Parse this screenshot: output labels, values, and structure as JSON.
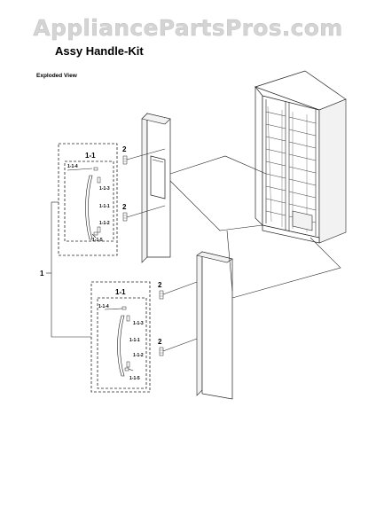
{
  "watermark": "AppliancePartsPros.com",
  "title": "Assy Handle-Kit",
  "subtitle": "Exploded View",
  "labels": {
    "assembly": "1",
    "handle_set": "1-1",
    "screw": "2",
    "cap_top": "1-1-4",
    "bracket_top": "1-1-3",
    "handle_bar": "1-1-1",
    "bracket_bottom": "1-1-2",
    "cap_bottom": "1-1-5"
  }
}
